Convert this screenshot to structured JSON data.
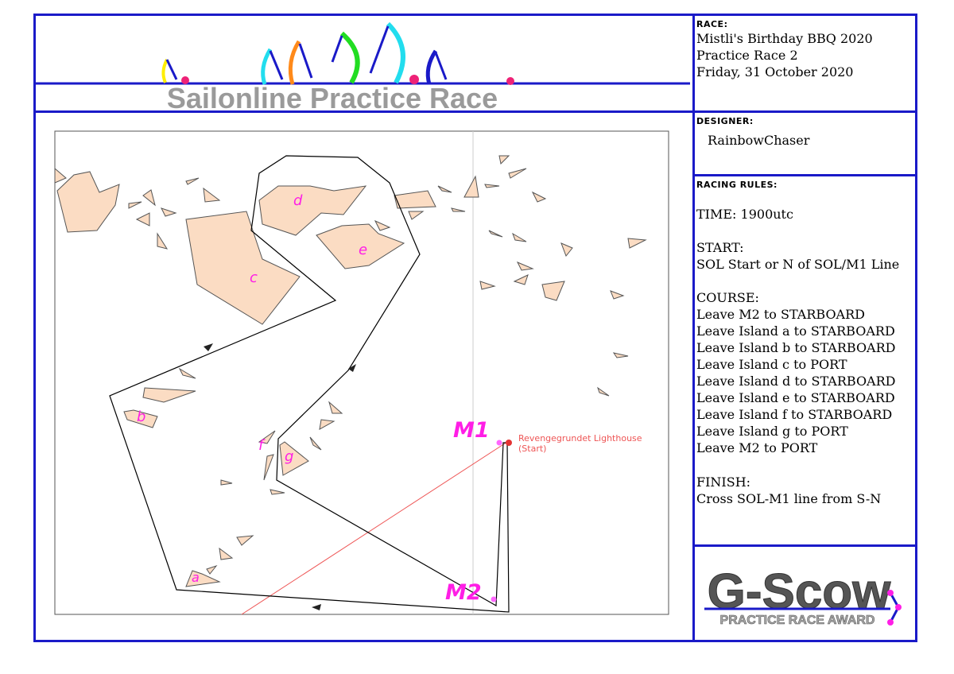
{
  "header": {
    "banner_text": "Sailonline Practice Race"
  },
  "race": {
    "heading": "RACE:",
    "lines": [
      "Mistli's Birthday BBQ 2020",
      "Practice Race  2",
      "Friday, 31 October 2020"
    ]
  },
  "designer": {
    "heading": "DESIGNER:",
    "name": "RainbowChaser"
  },
  "rules": {
    "heading": "RACING RULES:",
    "time": "TIME: 1900utc",
    "start_heading": "START:",
    "start_text": "SOL Start or N of SOL/M1 Line",
    "course_heading": "COURSE:",
    "course": [
      "Leave M2 to STARBOARD",
      "Leave Island a to STARBOARD",
      "Leave Island b to STARBOARD",
      "Leave Island c to PORT",
      "Leave Island d to STARBOARD",
      "Leave Island e to STARBOARD",
      "Leave Island f to STARBOARD",
      "Leave Island g to PORT",
      "Leave M2 to PORT"
    ],
    "finish_heading": "FINISH:",
    "finish_text": "Cross SOL-M1 line from S-N"
  },
  "award": {
    "logo_text": "G-Scow",
    "subtitle": "PRACTICE RACE AWARD"
  },
  "map": {
    "island_labels": {
      "a": "a",
      "b": "b",
      "c": "c",
      "d": "d",
      "e": "e",
      "f": "f",
      "g": "g"
    },
    "mark_m1": "M1",
    "mark_m2": "M2",
    "lighthouse_name": "Revengegrundet Lighthouse",
    "lighthouse_sub": "(Start)",
    "colors": {
      "island_fill": "#fbdcc3",
      "label_magenta": "#ff1ee6",
      "start_line": "#ee5555",
      "frame_blue": "#1a1ac8"
    }
  }
}
